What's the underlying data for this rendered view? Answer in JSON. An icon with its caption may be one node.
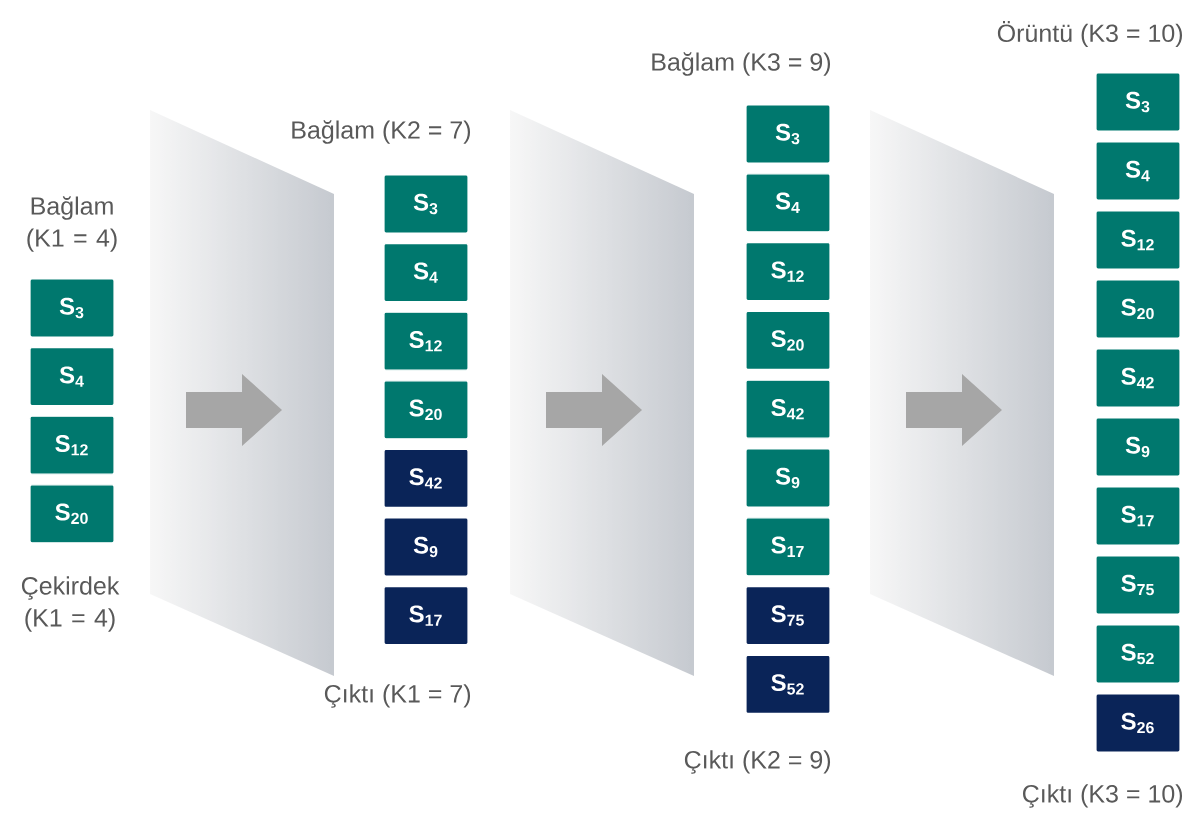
{
  "diagram": {
    "nodes": [
      {
        "text": [
          "S$_{3}$"
        ]
      },
      {
        "text": [
          "S$_{4}$"
        ]
      },
      {
        "text": [
          "S$_{12}$"
        ]
      },
      {
        "text": [
          "S$_{20}$"
        ]
      },
      {
        "text": [
          "S$_{3}$"
        ]
      },
      {
        "text": [
          "S$_{4}$"
        ]
      },
      {
        "text": [
          "S$_{12}$"
        ]
      },
      {
        "text": [
          "S$_{20}$"
        ]
      },
      {
        "text": [
          "S$_{42}$"
        ]
      },
      {
        "text": [
          "S$_{9}$"
        ]
      },
      {
        "text": [
          "S$_{17}$"
        ]
      },
      {
        "text": [
          "S$_{3}$"
        ]
      },
      {
        "text": [
          "S$_{4}$"
        ]
      },
      {
        "text": [
          "S$_{12}$"
        ]
      },
      {
        "text": [
          "S$_{20}$"
        ]
      },
      {
        "text": [
          "S$_{42}$"
        ]
      },
      {
        "text": [
          "S$_{9}$"
        ]
      },
      {
        "text": [
          "S$_{17}$"
        ]
      },
      {
        "text": [
          "S$_{75}$"
        ]
      },
      {
        "text": [
          "S$_{52}$"
        ]
      },
      {
        "text": [
          "S$_{3}$"
        ]
      },
      {
        "text": [
          "S$_{4}$"
        ]
      },
      {
        "text": [
          "S$_{12}$"
        ]
      },
      {
        "text": [
          "S$_{20}$"
        ]
      },
      {
        "text": [
          "S$_{42}$"
        ]
      },
      {
        "text": [
          "S$_{9}$"
        ]
      },
      {
        "text": [
          "S$_{17}$"
        ]
      },
      {
        "text": [
          "S$_{75}$"
        ]
      },
      {
        "text": [
          "S$_{52}$"
        ]
      },
      {
        "text": [
          "S$_{26}$"
        ]
      }
    ],
    "labels": [
      "Örüntü (K3 = 10)",
      "Bağlam (K3 = 9)",
      "Bağlam (K2 = 7)",
      "Bağlam (K1 = 4)",
      "Çekirdek (K1 = 4)",
      "Çıktı (K1 = 7)",
      "Çıktı (K2 = 9)",
      "Çıktı (K3 = 10)"
    ]
  }
}
